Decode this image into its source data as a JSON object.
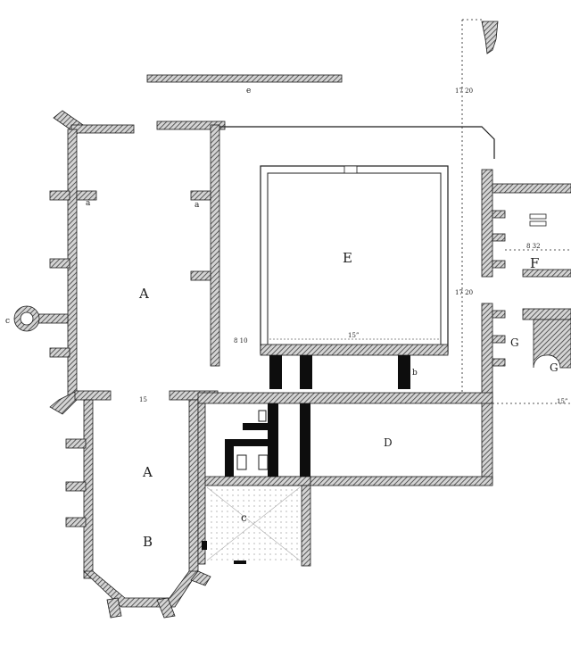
{
  "labels": {
    "room_a_upper": "A",
    "room_a_lower": "A",
    "room_b": "B",
    "room_c": "c",
    "court_e": "E",
    "room_f": "F",
    "room_g_left": "G",
    "room_g_right": "G",
    "room_d": "D",
    "room_c_small": "c",
    "small_a_upper": "a",
    "small_a_lower": "a",
    "small_b": "b",
    "small_e": "e"
  },
  "dimensions": {
    "d_17_20_top": "17 20",
    "d_17_20_mid": "17 20",
    "d_15_bottom": "15”",
    "d_15_right": "15”",
    "d_8_10": "8 10",
    "d_8_32": "8 32",
    "d_15_vertical": "15"
  },
  "colors": {
    "wall_hatch": "#5a5a5a",
    "wall_solid": "#0d0d0d",
    "line": "#1c1c1c",
    "paper": "#ffffff"
  }
}
